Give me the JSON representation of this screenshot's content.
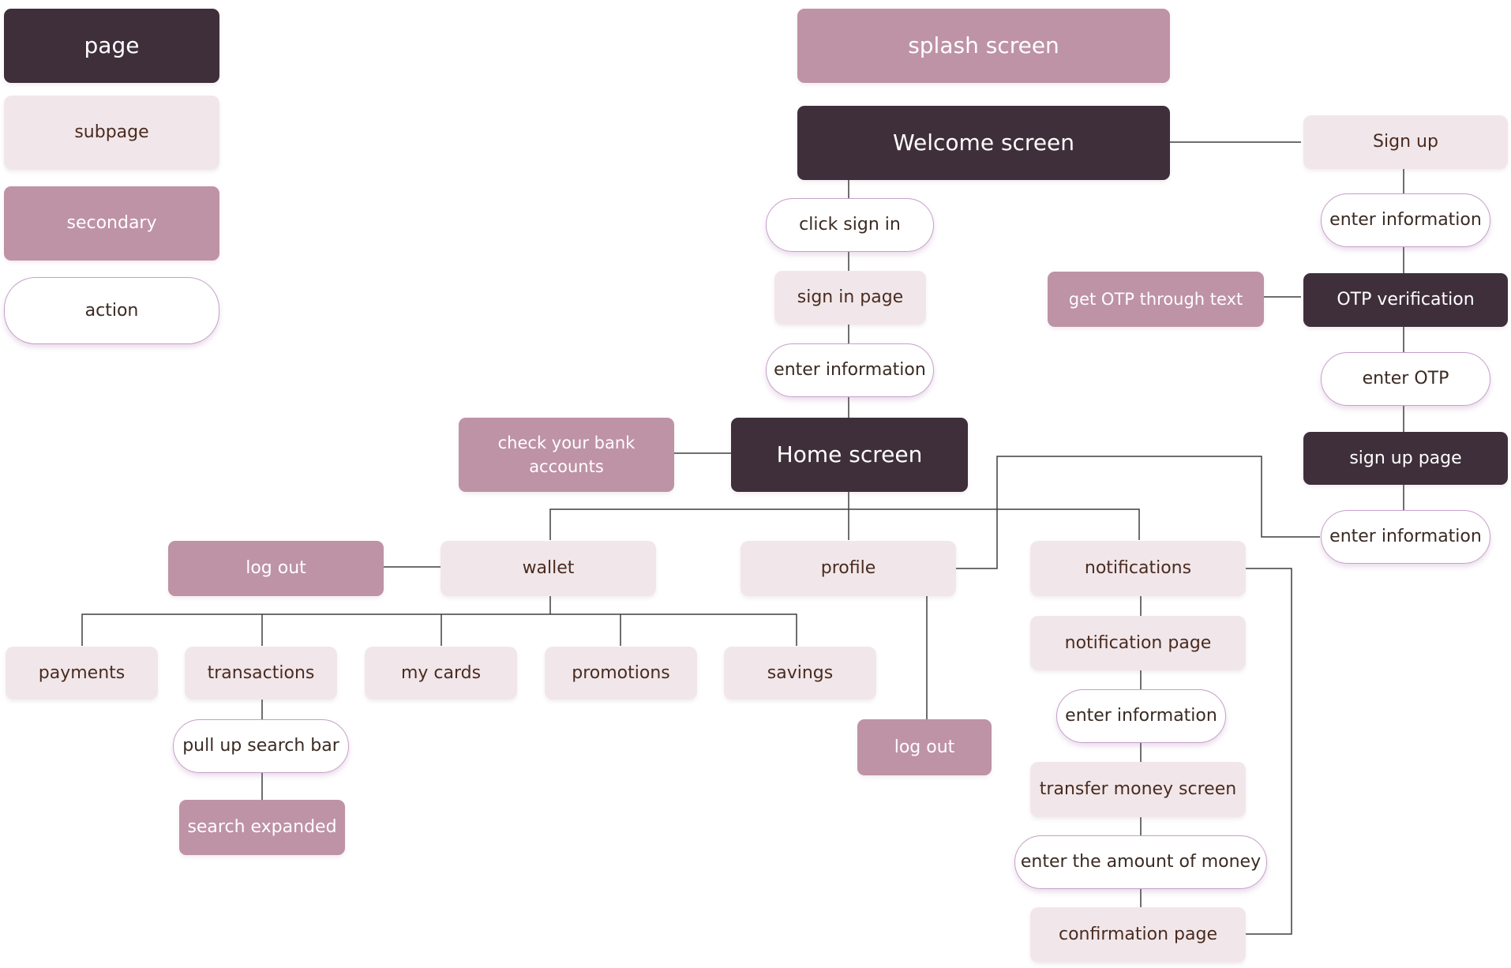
{
  "legend": {
    "page": "page",
    "subpage": "subpage",
    "secondary": "secondary",
    "action": "action"
  },
  "colors": {
    "page": "#3f2f3b",
    "subpage": "#f1e7ea",
    "secondary": "#be93a5",
    "action_border": "#c6a0c9",
    "connector": "#3f3f3f"
  },
  "nodes": {
    "splash": "splash screen",
    "welcome": "Welcome screen",
    "click_sign_in": "click sign in",
    "sign_in_page": "sign in page",
    "enter_info_signin": "enter information",
    "check_bank": "check your bank accounts",
    "home": "Home screen",
    "sign_up": "Sign up",
    "enter_info_signup": "enter information",
    "get_otp_text": "get OTP through text",
    "otp_verification": "OTP verification",
    "enter_otp": "enter OTP",
    "sign_up_page": "sign up page",
    "enter_info_signup_page": "enter information",
    "log_out_wallet": "log out",
    "wallet": "wallet",
    "profile": "profile",
    "notifications": "notifications",
    "payments": "payments",
    "transactions": "transactions",
    "my_cards": "my cards",
    "promotions": "promotions",
    "savings": "savings",
    "pull_up_search": "pull up search bar",
    "search_expanded": "search expanded",
    "log_out_profile": "log out",
    "notification_page": "notification page",
    "enter_info_notif": "enter information",
    "transfer_money": "transfer money screen",
    "enter_amount": "enter the amount of money",
    "confirmation_page": "confirmation page"
  }
}
